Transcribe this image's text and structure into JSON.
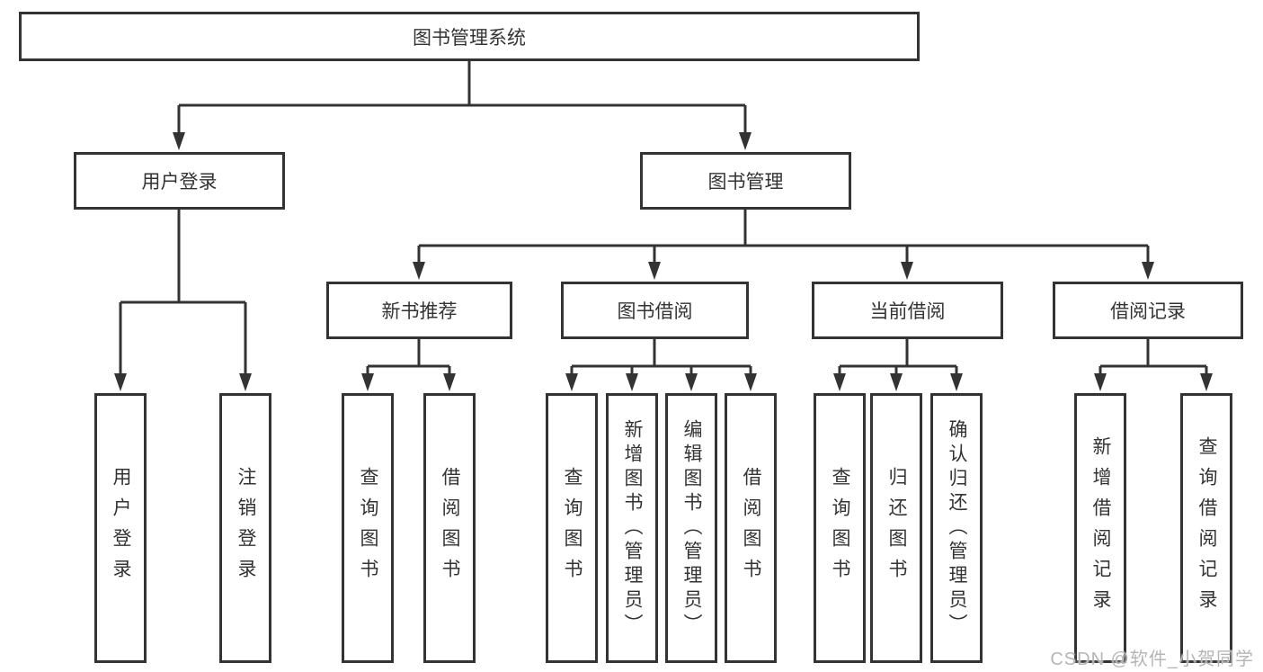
{
  "diagram": {
    "root": {
      "label": "图书管理系统"
    },
    "branches": {
      "user_login": {
        "label": "用户登录",
        "children": {
          "login": "用户登录",
          "logout": "注销登录"
        }
      },
      "book_management": {
        "label": "图书管理",
        "children": {
          "new_book_recommend": {
            "label": "新书推荐",
            "children": {
              "query_book": "查询图书",
              "borrow_book": "借阅图书"
            }
          },
          "book_borrow": {
            "label": "图书借阅",
            "children": {
              "query_book": "查询图书",
              "add_book_admin": "新增图书（管理员）",
              "edit_book_admin": "编辑图书（管理员）",
              "borrow_book": "借阅图书"
            }
          },
          "current_borrow": {
            "label": "当前借阅",
            "children": {
              "query_book": "查询图书",
              "return_book": "归还图书",
              "confirm_return_admin": "确认归还（管理员）"
            }
          },
          "borrow_record": {
            "label": "借阅记录",
            "children": {
              "add_record": "新增借阅记录",
              "query_record": "查询借阅记录"
            }
          }
        }
      }
    }
  },
  "watermark": {
    "text": "CSDN @软件_小贺同学"
  },
  "colors": {
    "line": "#333333",
    "text": "#333333",
    "watermark": "#b5b5b5",
    "background": "#ffffff"
  }
}
